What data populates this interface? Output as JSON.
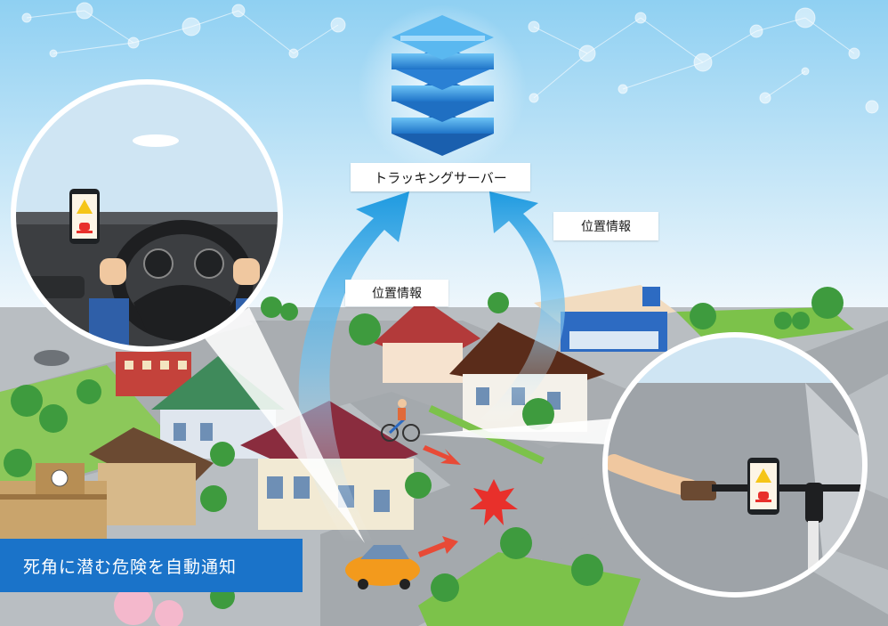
{
  "server_label": "トラッキングサーバー",
  "position_info_label_1": "位置情報",
  "position_info_label_2": "位置情報",
  "banner_text": "死角に潜む危険を自動通知",
  "icons": {
    "server": "server-stack-icon",
    "phone_alert": "smartphone-alert-icon",
    "collision": "collision-burst-icon"
  },
  "colors": {
    "sky": "#cfe8f6",
    "banner": "#1a73c9",
    "arrow": "#1e9ae0",
    "server": "#2e8fdc",
    "road": "#9ea3a8",
    "grass": "#7cc24a",
    "burst": "#e8302b"
  }
}
